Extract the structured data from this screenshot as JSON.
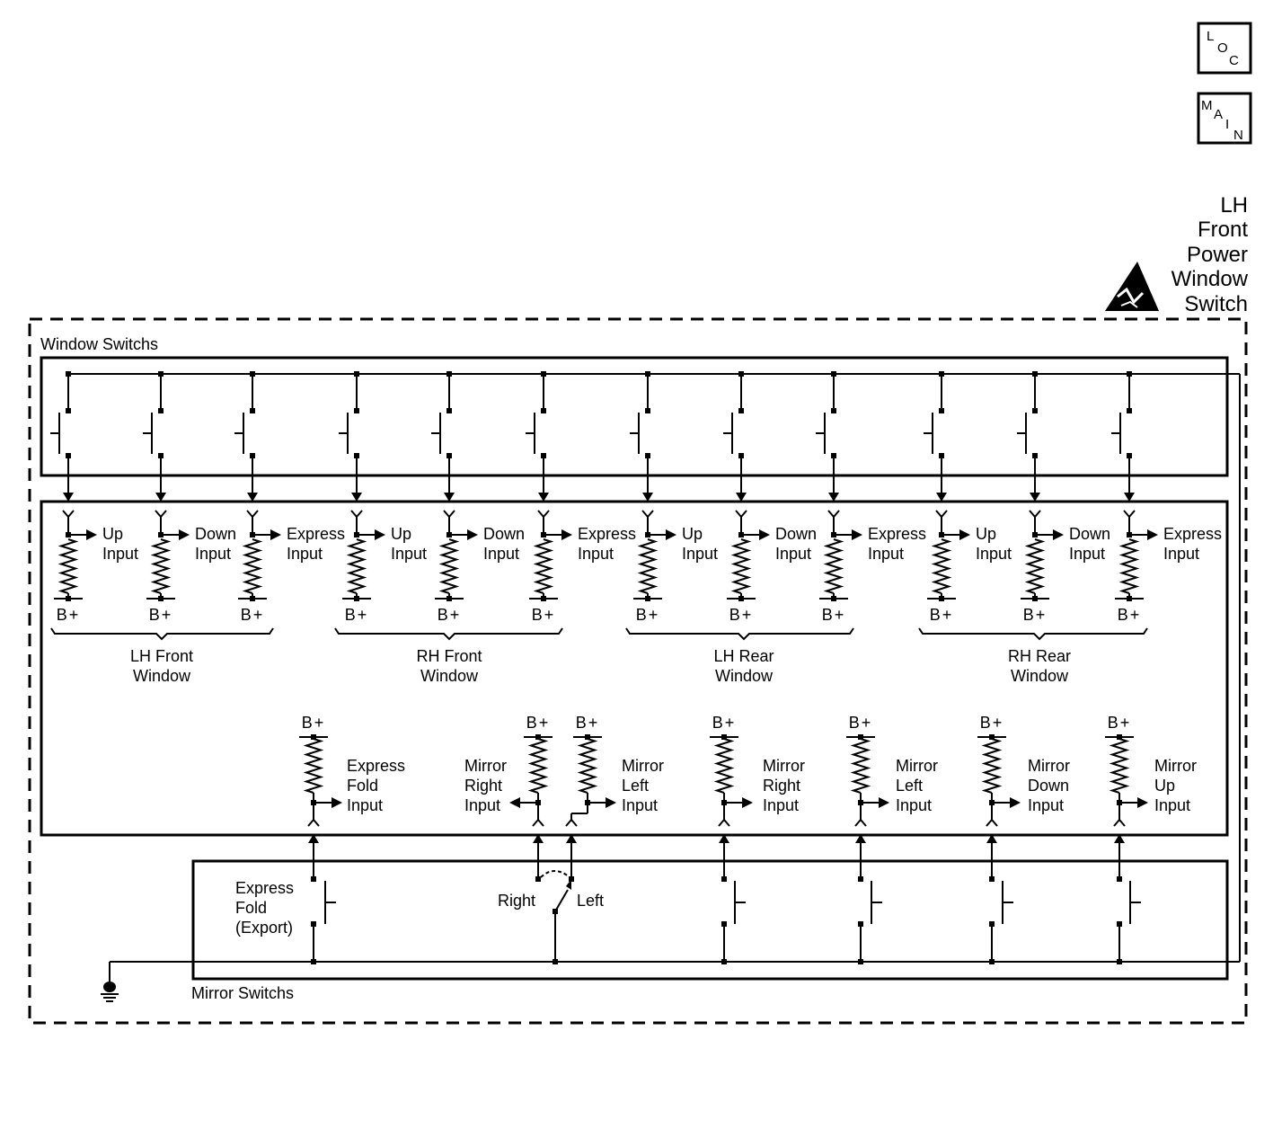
{
  "nav": {
    "loc": [
      "L",
      "O",
      "C"
    ],
    "main": [
      "M",
      "A",
      "I",
      "N"
    ]
  },
  "title_lines": [
    "LH",
    "Front",
    "Power",
    "Window",
    "Switch"
  ],
  "labels": {
    "window_switches": "Window Switchs",
    "mirror_switches": "Mirror Switchs",
    "bplus": "B+"
  },
  "window_groups": [
    {
      "name_lines": [
        "LH Front",
        "Window"
      ],
      "inputs": [
        [
          "Up",
          "Input"
        ],
        [
          "Down",
          "Input"
        ],
        [
          "Express",
          "Input"
        ]
      ]
    },
    {
      "name_lines": [
        "RH Front",
        "Window"
      ],
      "inputs": [
        [
          "Up",
          "Input"
        ],
        [
          "Down",
          "Input"
        ],
        [
          "Express",
          "Input"
        ]
      ]
    },
    {
      "name_lines": [
        "LH Rear",
        "Window"
      ],
      "inputs": [
        [
          "Up",
          "Input"
        ],
        [
          "Down",
          "Input"
        ],
        [
          "Express",
          "Input"
        ]
      ]
    },
    {
      "name_lines": [
        "RH Rear",
        "Window"
      ],
      "inputs": [
        [
          "Up",
          "Input"
        ],
        [
          "Down",
          "Input"
        ],
        [
          "Express",
          "Input"
        ]
      ]
    }
  ],
  "mirror_inputs": [
    [
      "Express",
      "Fold",
      "Input"
    ],
    [
      "Mirror",
      "Right",
      "Input"
    ],
    [
      "Mirror",
      "Left",
      "Input"
    ],
    [
      "Mirror",
      "Right",
      "Input"
    ],
    [
      "Mirror",
      "Left",
      "Input"
    ],
    [
      "Mirror",
      "Down",
      "Input"
    ],
    [
      "Mirror",
      "Up",
      "Input"
    ]
  ],
  "mirror_switch_labels": {
    "express_fold": [
      "Express",
      "Fold",
      "(Export)"
    ],
    "right": "Right",
    "left": "Left"
  }
}
